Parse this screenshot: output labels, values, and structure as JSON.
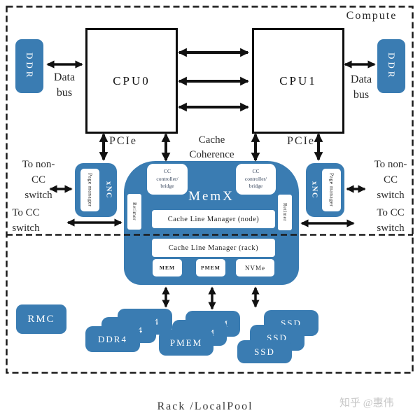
{
  "colors": {
    "accent_blue": "#3A7CB2",
    "line_black": "#111111",
    "watermark_gray": "#c7c7c7"
  },
  "regions": {
    "compute_label": "Compute",
    "rack_label": "Rack /LocalPool"
  },
  "cpu": {
    "cpu0": "CPU0",
    "cpu1": "CPU1",
    "pcie": "PCIe",
    "cache_coherence_line1": "Cache",
    "cache_coherence_line2": "Coherence"
  },
  "ddr": {
    "label": "DDR",
    "data_bus_line1": "Data",
    "data_bus_line2": "bus"
  },
  "switches": {
    "non_cc_line1": "To non-",
    "non_cc_line2": "CC",
    "non_cc_line3": "switch",
    "cc_line1": "To CC",
    "cc_line2": "switch"
  },
  "xnc": {
    "label": "xNC",
    "page_manager": "Page manager"
  },
  "memx": {
    "title": "MemX",
    "cc_controller_line1": "CC",
    "cc_controller_line2": "controller/",
    "cc_controller_line3": "bridge",
    "retimer": "Retimer",
    "clm_node": "Cache Line Manager (node)",
    "clm_rack": "Cache Line Manager (rack)",
    "mem": "MEM",
    "pmem": "PMEM",
    "nvme": "NVMe"
  },
  "pool": {
    "rmc": "RMC",
    "ddr4": "DDR4",
    "pmem": "PMEM",
    "ssd": "SSD"
  },
  "watermark": "知乎 @惠伟"
}
